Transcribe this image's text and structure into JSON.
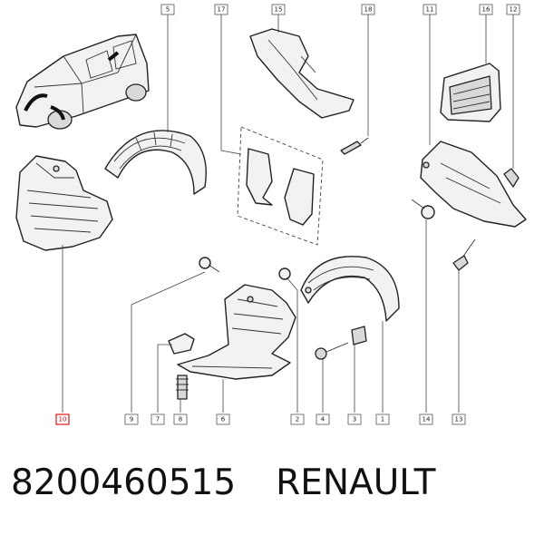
{
  "callouts": {
    "c1": "1",
    "c2": "2",
    "c3": "3",
    "c4": "4",
    "c5": "5",
    "c6": "6",
    "c7": "7",
    "c8": "8",
    "c9": "9",
    "c10": "10",
    "c11": "11",
    "c12": "12",
    "c13": "13",
    "c14": "14",
    "c15": "15",
    "c16": "16",
    "c17": "17",
    "c18": "18"
  },
  "caption": {
    "part_number": "8200460515",
    "brand": "RENAULT"
  },
  "colors": {
    "highlight": "#dd0000",
    "line": "#222222"
  }
}
